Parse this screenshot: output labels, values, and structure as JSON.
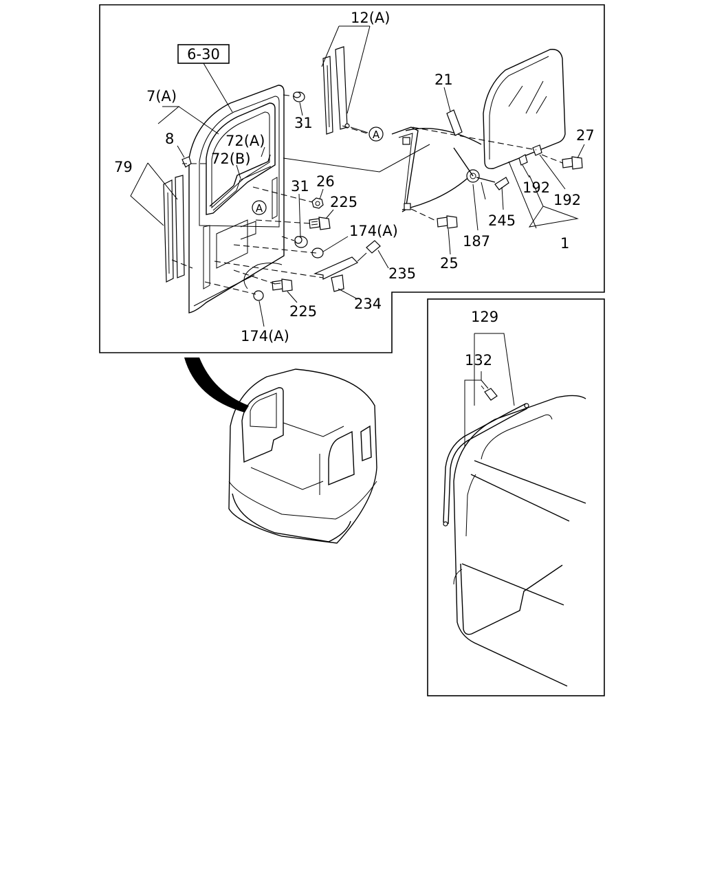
{
  "main_panel": {
    "ref_box": "6-30",
    "callouts": {
      "p12A": "12(A)",
      "p7A": "7(A)",
      "p8": "8",
      "p79": "79",
      "p31_top": "31",
      "p72A": "72(A)",
      "p72B": "72(B)",
      "p31_mid": "31",
      "p26": "26",
      "p225_top": "225",
      "pA_left": "A",
      "p174A_top": "174(A)",
      "p235": "235",
      "p234": "234",
      "p225_bottom": "225",
      "p174A_bottom": "174(A)",
      "p21": "21",
      "pA_right": "A",
      "p27": "27",
      "p192_a": "192",
      "p192_b": "192",
      "p245": "245",
      "p187": "187",
      "p1": "1",
      "p25": "25"
    }
  },
  "detail_panel": {
    "callouts": {
      "p129": "129",
      "p132": "132"
    }
  }
}
